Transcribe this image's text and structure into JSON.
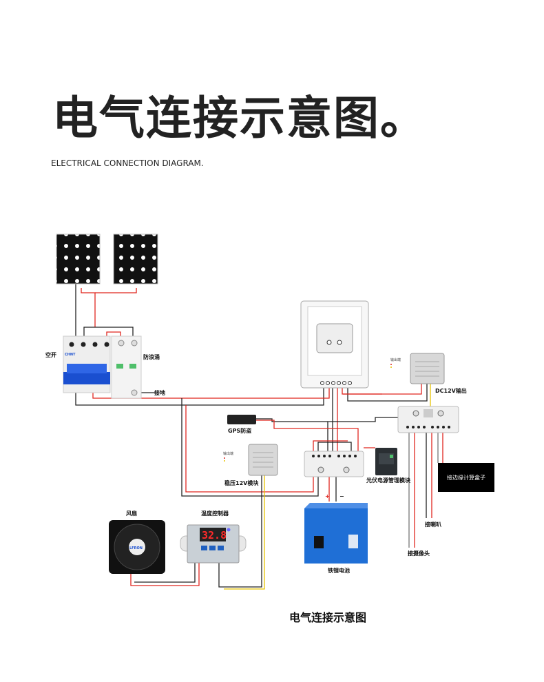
{
  "header": {
    "title": "电气连接示意图。",
    "subtitle": "ELECTRICAL CONNECTION DIAGRAM."
  },
  "labels": {
    "breaker": "空开",
    "surge": "防浪涌",
    "ground": "接地",
    "gps": "GPS防盗",
    "regulator": "稳压12V模块",
    "output_end": "输出端",
    "dc_output": "DC12V输出",
    "pv_module": "光伏电源管理模块",
    "edge_box": "接边缘计算盒子",
    "speaker": "接喇叭",
    "camera": "接摄像头",
    "battery": "铁锂电池",
    "fan": "风扇",
    "thermostat": "温度控制器",
    "plus": "+",
    "minus": "−",
    "thermo_display": "32.8",
    "breaker_brand": "CHNT",
    "fan_brand": "LFRON"
  },
  "caption": "电气连接示意图",
  "colors": {
    "red_wire": "#e0261f",
    "black_wire": "#222222",
    "yellow_wire": "#e6c200",
    "battery": "#1f6fd6",
    "breaker_blue": "#1a4fd0"
  }
}
